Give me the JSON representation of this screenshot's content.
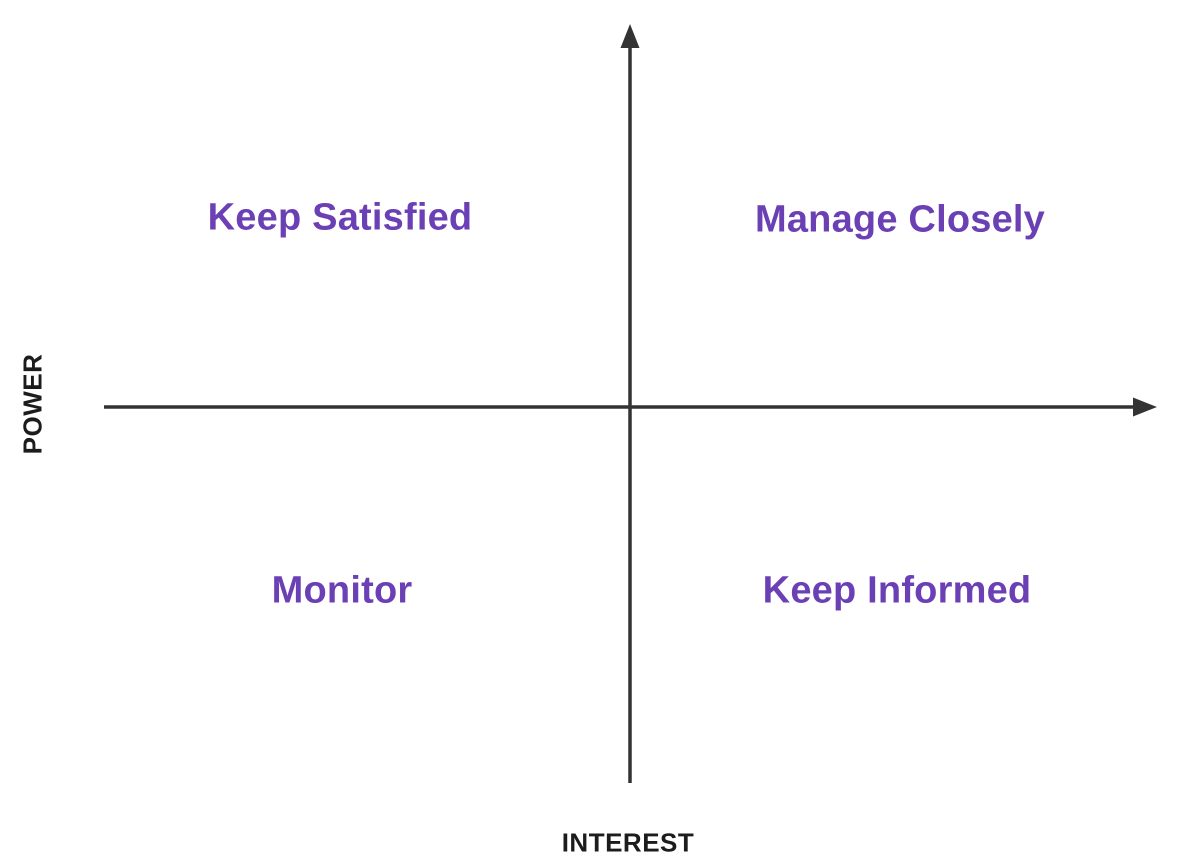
{
  "diagram": {
    "type": "quadrant-matrix",
    "quadrants": [
      {
        "position": "top-left",
        "label": "Keep Satisfied"
      },
      {
        "position": "top-right",
        "label": "Manage Closely"
      },
      {
        "position": "bottom-left",
        "label": "Monitor"
      },
      {
        "position": "bottom-right",
        "label": "Keep Informed"
      }
    ],
    "axes": {
      "y_label": "POWER",
      "x_label": "INTEREST"
    },
    "colors": {
      "quadrant-label": "#6C40B5",
      "axis": "#333333",
      "axis-label": "#1C1C1C",
      "bg": "#FFFFFF"
    }
  }
}
